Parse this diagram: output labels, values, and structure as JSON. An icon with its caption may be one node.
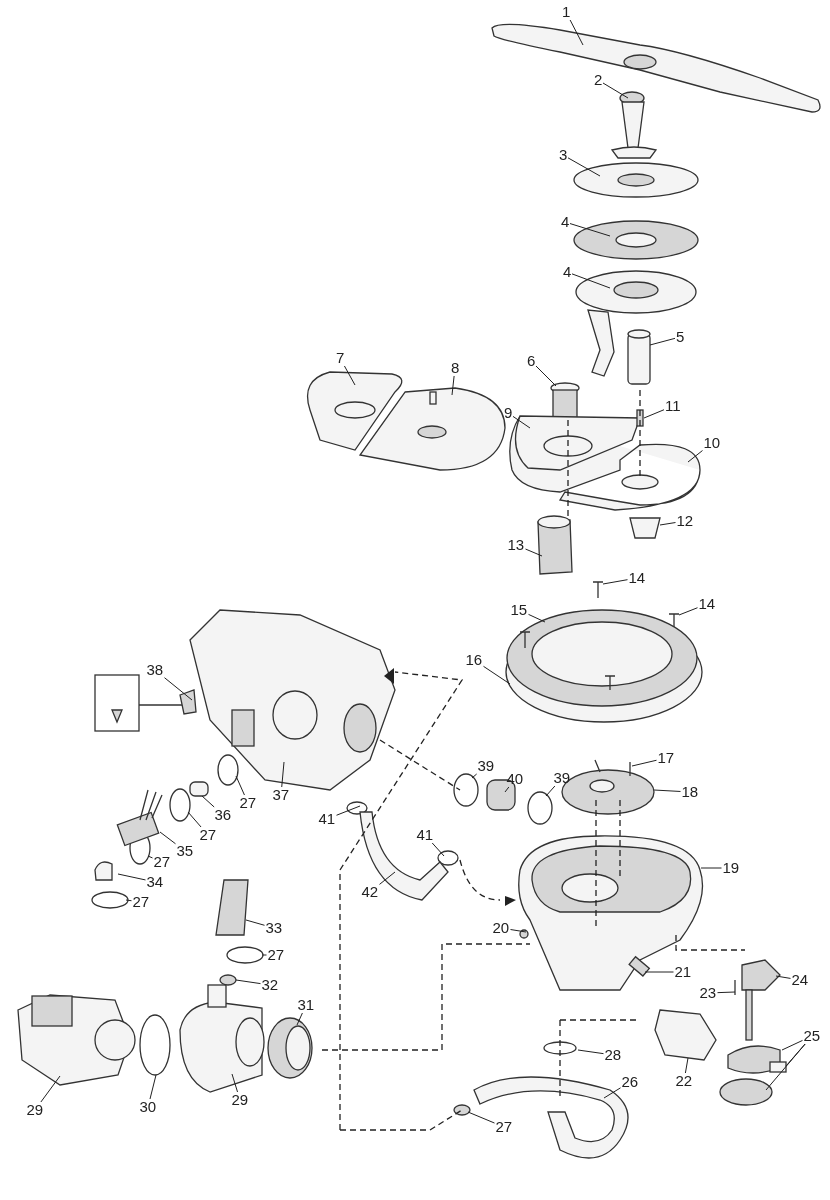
{
  "diagram": {
    "nodes": [
      {
        "text": [
          "1"
        ]
      },
      {
        "text": [
          "2"
        ]
      },
      {
        "text": [
          "3"
        ]
      },
      {
        "text": [
          "4"
        ]
      },
      {
        "text": [
          "4"
        ]
      },
      {
        "text": [
          "5"
        ]
      },
      {
        "text": [
          "6"
        ]
      },
      {
        "text": [
          "7"
        ]
      },
      {
        "text": [
          "8"
        ]
      },
      {
        "text": [
          "9"
        ]
      },
      {
        "text": [
          "10"
        ]
      },
      {
        "text": [
          "11"
        ]
      },
      {
        "text": [
          "12"
        ]
      },
      {
        "text": [
          "13"
        ]
      },
      {
        "text": [
          "14"
        ]
      },
      {
        "text": [
          "14"
        ]
      },
      {
        "text": [
          "15"
        ]
      },
      {
        "text": [
          "16"
        ]
      },
      {
        "text": [
          "17"
        ]
      },
      {
        "text": [
          "18"
        ]
      },
      {
        "text": [
          "19"
        ]
      },
      {
        "text": [
          "20"
        ]
      },
      {
        "text": [
          "21"
        ]
      },
      {
        "text": [
          "22"
        ]
      },
      {
        "text": [
          "23"
        ]
      },
      {
        "text": [
          "24"
        ]
      },
      {
        "text": [
          "25"
        ]
      },
      {
        "text": [
          "26"
        ]
      },
      {
        "text": [
          "27"
        ]
      },
      {
        "text": [
          "28"
        ]
      },
      {
        "text": [
          "29"
        ]
      },
      {
        "text": [
          "29"
        ]
      },
      {
        "text": [
          "30"
        ]
      },
      {
        "text": [
          "31"
        ]
      },
      {
        "text": [
          "32"
        ]
      },
      {
        "text": [
          "33"
        ]
      },
      {
        "text": [
          "27"
        ]
      },
      {
        "text": [
          "27"
        ]
      },
      {
        "text": [
          "34"
        ]
      },
      {
        "text": [
          "27"
        ]
      },
      {
        "text": [
          "35"
        ]
      },
      {
        "text": [
          "36"
        ]
      },
      {
        "text": [
          "27"
        ]
      },
      {
        "text": [
          "27"
        ]
      },
      {
        "text": [
          "37"
        ]
      },
      {
        "text": [
          "38"
        ]
      },
      {
        "text": [
          "39"
        ]
      },
      {
        "text": [
          "40"
        ]
      },
      {
        "text": [
          "39"
        ]
      },
      {
        "text": [
          "41"
        ]
      },
      {
        "text": [
          "41"
        ]
      },
      {
        "text": [
          "42"
        ]
      }
    ],
    "edges": [
      {
        "from": 0,
        "to": null,
        "arrow": "none"
      },
      {
        "from": 1,
        "to": null,
        "arrow": "none"
      },
      {
        "from": 2,
        "to": null,
        "arrow": "none"
      },
      {
        "from": 3,
        "to": null,
        "arrow": "none"
      },
      {
        "from": 4,
        "to": null,
        "arrow": "none"
      },
      {
        "from": 5,
        "to": null,
        "arrow": "none"
      },
      {
        "from": 6,
        "to": null,
        "arrow": "none"
      },
      {
        "from": 7,
        "to": null,
        "arrow": "none"
      },
      {
        "from": 8,
        "to": null,
        "arrow": "none"
      },
      {
        "from": 9,
        "to": null,
        "arrow": "none"
      },
      {
        "from": 10,
        "to": null,
        "arrow": "none"
      },
      {
        "from": 11,
        "to": null,
        "arrow": "none"
      },
      {
        "from": 12,
        "to": null,
        "arrow": "none"
      },
      {
        "from": 13,
        "to": null,
        "arrow": "none"
      },
      {
        "from": 14,
        "to": null,
        "arrow": "none"
      },
      {
        "from": 15,
        "to": null,
        "arrow": "none"
      },
      {
        "from": 16,
        "to": null,
        "arrow": "none"
      },
      {
        "from": 17,
        "to": null,
        "arrow": "none"
      },
      {
        "from": 18,
        "to": null,
        "arrow": "none"
      },
      {
        "from": 19,
        "to": null,
        "arrow": "none"
      },
      {
        "from": 20,
        "to": null,
        "arrow": "none"
      },
      {
        "from": 21,
        "to": null,
        "arrow": "none"
      },
      {
        "from": 22,
        "to": null,
        "arrow": "none"
      },
      {
        "from": 23,
        "to": null,
        "arrow": "none"
      },
      {
        "from": 24,
        "to": null,
        "arrow": "none"
      },
      {
        "from": 25,
        "to": null,
        "arrow": "none"
      },
      {
        "from": 26,
        "to": null,
        "arrow": "none"
      },
      {
        "from": 26,
        "to": null,
        "arrow": "none"
      },
      {
        "from": 26,
        "to": null,
        "arrow": "none"
      },
      {
        "from": 27,
        "to": null,
        "arrow": "none"
      },
      {
        "from": 28,
        "to": null,
        "arrow": "none"
      },
      {
        "from": 29,
        "to": null,
        "arrow": "none"
      },
      {
        "from": 30,
        "to": null,
        "arrow": "none"
      },
      {
        "from": 31,
        "to": null,
        "arrow": "none"
      },
      {
        "from": 32,
        "to": null,
        "arrow": "none"
      },
      {
        "from": 33,
        "to": null,
        "arrow": "none"
      },
      {
        "from": 34,
        "to": null,
        "arrow": "none"
      },
      {
        "from": 35,
        "to": null,
        "arrow": "none"
      },
      {
        "from": 36,
        "to": null,
        "arrow": "none"
      },
      {
        "from": 37,
        "to": null,
        "arrow": "none"
      },
      {
        "from": 38,
        "to": null,
        "arrow": "none"
      },
      {
        "from": 39,
        "to": null,
        "arrow": "none"
      },
      {
        "from": 40,
        "to": null,
        "arrow": "none"
      },
      {
        "from": 41,
        "to": null,
        "arrow": "none"
      },
      {
        "from": 42,
        "to": null,
        "arrow": "none"
      },
      {
        "from": 43,
        "to": null,
        "arrow": "none"
      },
      {
        "from": 44,
        "to": null,
        "arrow": "none"
      },
      {
        "from": 45,
        "to": null,
        "arrow": "none"
      },
      {
        "from": 46,
        "to": null,
        "arrow": "none"
      },
      {
        "from": 47,
        "to": null,
        "arrow": "none"
      },
      {
        "from": 48,
        "to": null,
        "arrow": "none"
      },
      {
        "from": 49,
        "to": null,
        "arrow": "none"
      },
      {
        "from": 50,
        "to": null,
        "arrow": "none"
      },
      {
        "from": 51,
        "to": null,
        "arrow": "none"
      }
    ]
  }
}
